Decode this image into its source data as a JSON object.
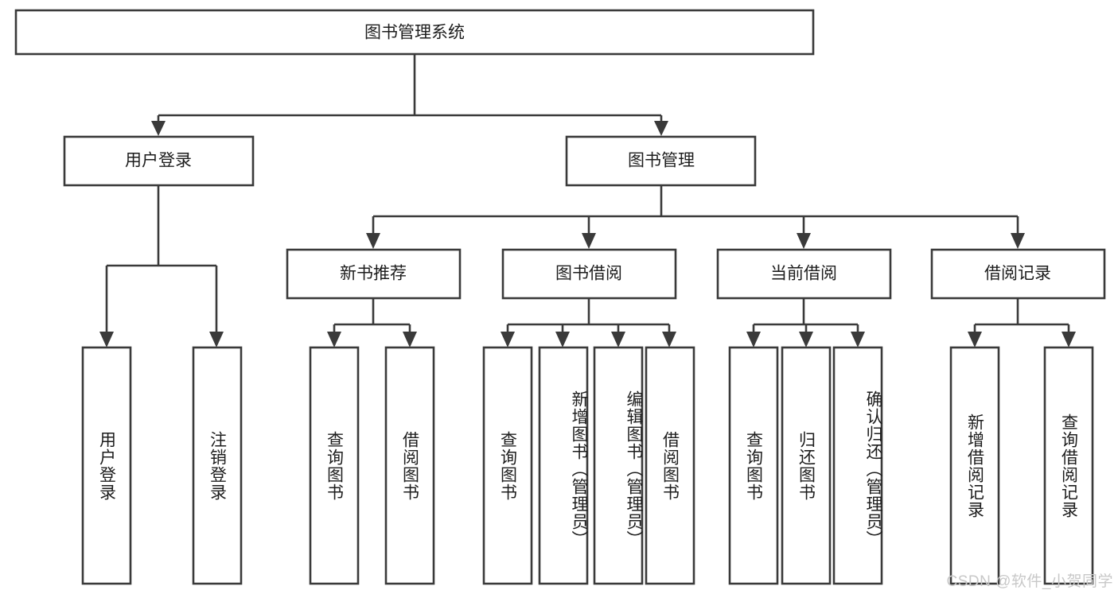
{
  "diagram": {
    "title": "图书管理系统",
    "watermark": "CSDN @软件_小贺同学",
    "colors": {
      "stroke": "#3a3a3a",
      "box_fill": "#ffffff",
      "text": "#1d1d1d",
      "watermark": "#c8c8c8",
      "background": "#ffffff"
    },
    "root": {
      "label": "图书管理系统"
    },
    "level2": [
      {
        "label": "用户登录"
      },
      {
        "label": "图书管理"
      }
    ],
    "level3": [
      {
        "label": "新书推荐"
      },
      {
        "label": "图书借阅"
      },
      {
        "label": "当前借阅"
      },
      {
        "label": "借阅记录"
      }
    ],
    "leaves": {
      "user_login": [
        {
          "label": "用户登录"
        },
        {
          "label": "注销登录"
        }
      ],
      "new_book_recommend": [
        {
          "label": "查询图书"
        },
        {
          "label": "借阅图书"
        }
      ],
      "book_borrow": [
        {
          "label": "查询图书"
        },
        {
          "label": "新增图书（管理员）"
        },
        {
          "label": "编辑图书（管理员）"
        },
        {
          "label": "借阅图书"
        }
      ],
      "current_borrow": [
        {
          "label": "查询图书"
        },
        {
          "label": "归还图书"
        },
        {
          "label": "确认归还（管理员）"
        }
      ],
      "borrow_record": [
        {
          "label": "新增借阅记录"
        },
        {
          "label": "查询借阅记录"
        }
      ]
    }
  }
}
